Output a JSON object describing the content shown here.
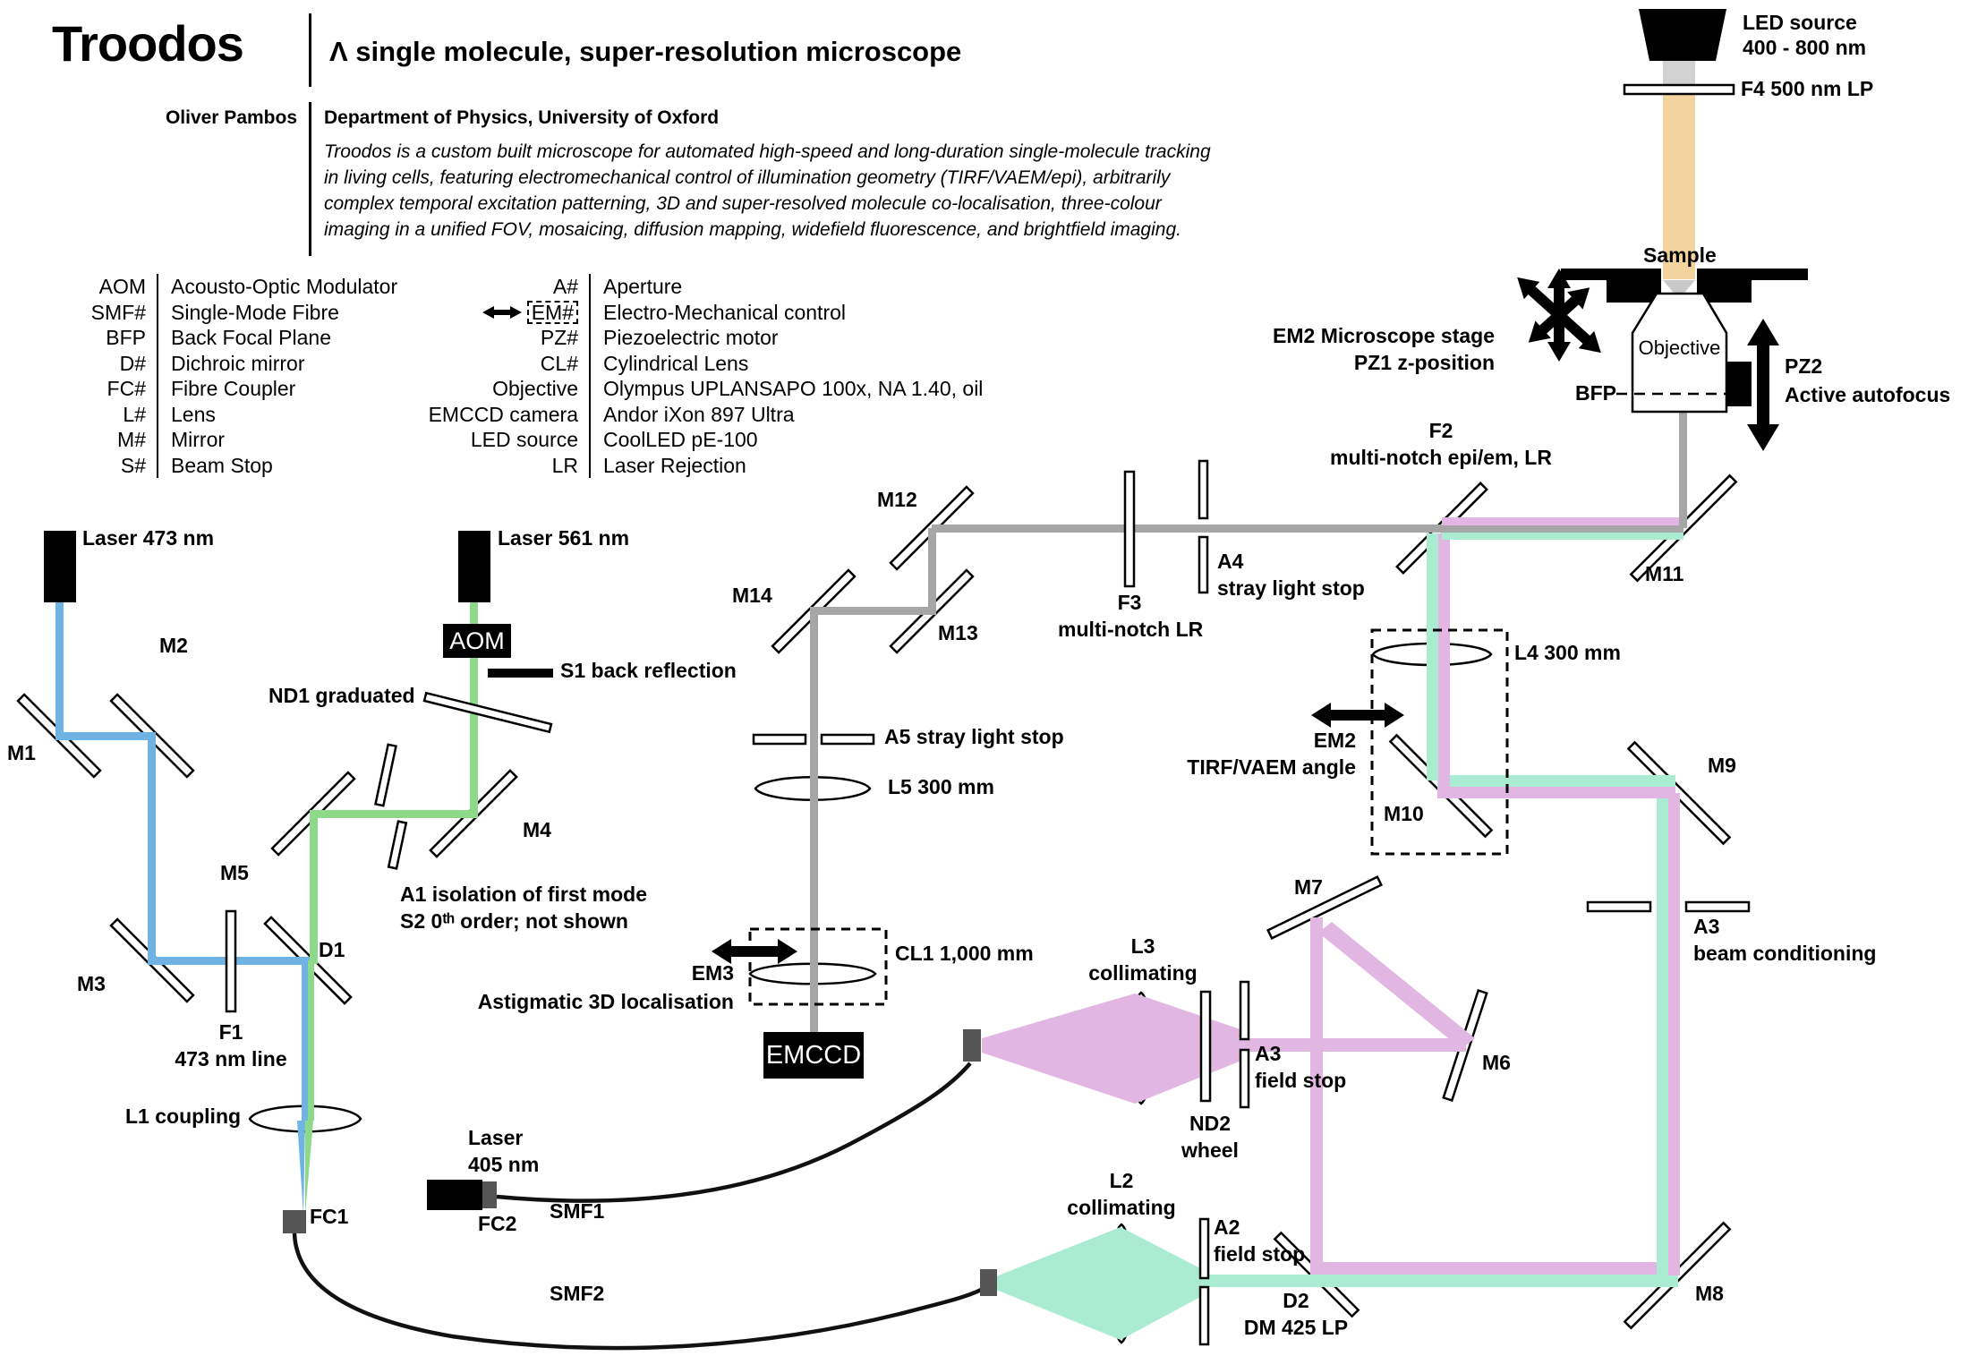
{
  "colors": {
    "blue": "#6fb2e4",
    "green": "#8bd989",
    "mint": "#a9ecd2",
    "pink": "#e2b6e2",
    "grey": "#a6a6a6",
    "tan": "#f3d49f",
    "light_grey": "#d2d2d2",
    "oil_grey": "#c8c8c8"
  },
  "header": {
    "title": "Troodos",
    "subtitle": "Λ single molecule, super-resolution microscope",
    "author": "Oliver Pambos",
    "affiliation": "Department of Physics, University of Oxford",
    "description": [
      "Troodos is a custom built microscope for automated high-speed and long-duration single-molecule tracking",
      "in living cells, featuring electromechanical control of illumination geometry (TIRF/VAEM/epi), arbitrarily",
      "complex temporal excitation patterning, 3D and super-resolved molecule co-localisation, three-colour",
      "imaging in a unified FOV, mosaicing, diffusion mapping, widefield fluorescence, and brightfield imaging."
    ]
  },
  "legend": {
    "left": [
      {
        "abbr": "AOM",
        "meaning": "Acousto-Optic Modulator"
      },
      {
        "abbr": "SMF#",
        "meaning": "Single-Mode Fibre"
      },
      {
        "abbr": "BFP",
        "meaning": "Back Focal Plane"
      },
      {
        "abbr": "D#",
        "meaning": "Dichroic mirror"
      },
      {
        "abbr": "FC#",
        "meaning": "Fibre Coupler"
      },
      {
        "abbr": "L#",
        "meaning": "Lens"
      },
      {
        "abbr": "M#",
        "meaning": "Mirror"
      },
      {
        "abbr": "S#",
        "meaning": "Beam Stop"
      }
    ],
    "right": [
      {
        "abbr": "A#",
        "meaning": "Aperture"
      },
      {
        "abbr": "EM#",
        "meaning": "Electro-Mechanical control"
      },
      {
        "abbr": "PZ#",
        "meaning": "Piezoelectric motor"
      },
      {
        "abbr": "CL#",
        "meaning": "Cylindrical Lens"
      },
      {
        "abbr": "Objective",
        "meaning": "Olympus UPLANSAPO 100x, NA 1.40, oil"
      },
      {
        "abbr": "EMCCD camera",
        "meaning": "Andor iXon 897 Ultra"
      },
      {
        "abbr": "LED source",
        "meaning": "CoolLED pE-100"
      },
      {
        "abbr": "LR",
        "meaning": "Laser Rejection"
      }
    ]
  },
  "labels": {
    "laser473": "Laser 473 nm",
    "laser561": "Laser 561 nm",
    "laser405a": "Laser",
    "laser405b": "405 nm",
    "aom": "AOM",
    "s1": "S1 back reflection",
    "nd1": "ND1 graduated",
    "m1": "M1",
    "m2": "M2",
    "m3": "M3",
    "m4": "M4",
    "m5": "M5",
    "m6": "M6",
    "m7": "M7",
    "m8": "M8",
    "m9": "M9",
    "m10": "M10",
    "m11": "M11",
    "m12": "M12",
    "m13": "M13",
    "m14": "M14",
    "d1": "D1",
    "d2a": "D2",
    "d2b": "DM 425 LP",
    "f1a": "F1",
    "f1b": "473 nm line",
    "f2a": "F2",
    "f2b": "multi-notch epi/em, LR",
    "f3a": "F3",
    "f3b": "multi-notch LR",
    "f4": "F4 500 nm LP",
    "a1a": "A1 isolation of first mode",
    "a1b": "S2 0ᵗʰ order; not shown",
    "a2a": "A2",
    "a2b": "field stop",
    "a3fa": "A3",
    "a3fb": "field stop",
    "a3ba": "A3",
    "a3bb": "beam conditioning",
    "a4a": "A4",
    "a4b": "stray light stop",
    "a5": "A5 stray light stop",
    "l1": "L1 coupling",
    "l2a": "L2",
    "l2b": "collimating",
    "l3a": "L3",
    "l3b": "collimating",
    "l4": "L4 300 mm",
    "l5": "L5 300 mm",
    "cl1": "CL1 1,000 mm",
    "em2a": "EM2",
    "em2b": "TIRF/VAEM angle",
    "em3a": "EM3",
    "em3b": "Astigmatic 3D localisation",
    "emccd": "EMCCD",
    "fc1": "FC1",
    "fc2": "FC2",
    "smf1": "SMF1",
    "smf2": "SMF2",
    "leda": "LED source",
    "ledb": "400 - 800 nm",
    "sample": "Sample",
    "objective": "Objective",
    "bfp": "BFP",
    "pz2a": "PZ2",
    "pz2b": "Active autofocus",
    "stagea": "EM2 Microscope stage",
    "stageb": "PZ1 z-position"
  }
}
